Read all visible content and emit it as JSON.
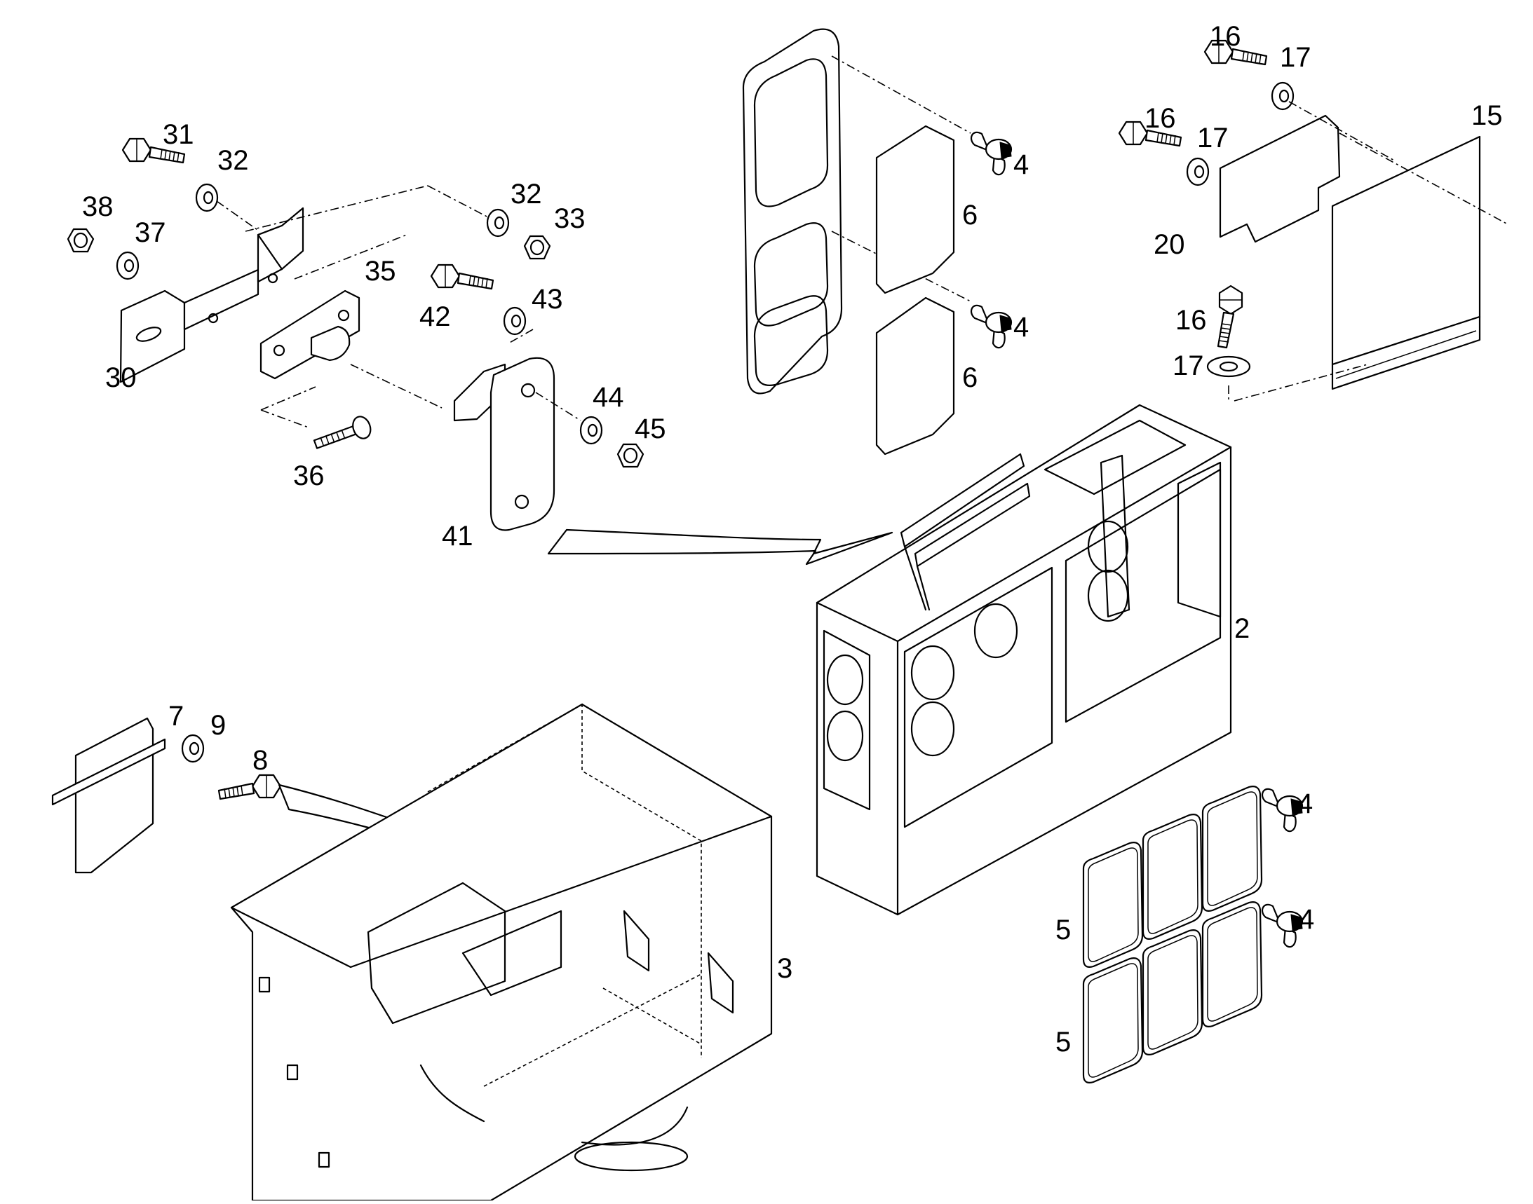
{
  "labels": [
    {
      "id": "c-2",
      "text": "2"
    },
    {
      "id": "c-3",
      "text": "3"
    },
    {
      "id": "c-4a",
      "text": "4"
    },
    {
      "id": "c-4b",
      "text": "4"
    },
    {
      "id": "c-4c",
      "text": "4"
    },
    {
      "id": "c-4d",
      "text": "4"
    },
    {
      "id": "c-5a",
      "text": "5"
    },
    {
      "id": "c-5b",
      "text": "5"
    },
    {
      "id": "c-6a",
      "text": "6"
    },
    {
      "id": "c-6b",
      "text": "6"
    },
    {
      "id": "c-7",
      "text": "7"
    },
    {
      "id": "c-8",
      "text": "8"
    },
    {
      "id": "c-9",
      "text": "9"
    },
    {
      "id": "c-15",
      "text": "15"
    },
    {
      "id": "c-16a",
      "text": "16"
    },
    {
      "id": "c-16b",
      "text": "16"
    },
    {
      "id": "c-16c",
      "text": "16"
    },
    {
      "id": "c-17a",
      "text": "17"
    },
    {
      "id": "c-17b",
      "text": "17"
    },
    {
      "id": "c-17c",
      "text": "17"
    },
    {
      "id": "c-20",
      "text": "20"
    },
    {
      "id": "c-30",
      "text": "30"
    },
    {
      "id": "c-31",
      "text": "31"
    },
    {
      "id": "c-32a",
      "text": "32"
    },
    {
      "id": "c-32b",
      "text": "32"
    },
    {
      "id": "c-33",
      "text": "33"
    },
    {
      "id": "c-35",
      "text": "35"
    },
    {
      "id": "c-36",
      "text": "36"
    },
    {
      "id": "c-37",
      "text": "37"
    },
    {
      "id": "c-38",
      "text": "38"
    },
    {
      "id": "c-41",
      "text": "41"
    },
    {
      "id": "c-42",
      "text": "42"
    },
    {
      "id": "c-43",
      "text": "43"
    },
    {
      "id": "c-44",
      "text": "44"
    },
    {
      "id": "c-45",
      "text": "45"
    }
  ]
}
